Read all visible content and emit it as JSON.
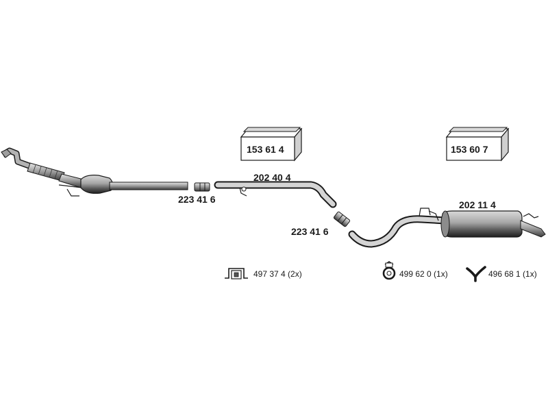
{
  "diagram": {
    "box_left": {
      "label": "153 61 4"
    },
    "box_right": {
      "label": "153 60 7"
    },
    "clamp_1": {
      "label": "223 41 6"
    },
    "clamp_2": {
      "label": "223 41 6"
    },
    "middle_pipe": {
      "label": "202 40 4"
    },
    "rear_silencer": {
      "label": "202 11 4"
    },
    "mount_bracket": {
      "label": "497 37 4 (2x)"
    },
    "rubber_ring": {
      "label": "499 62 0 (1x)"
    },
    "hanger": {
      "label": "496 68 1 (1x)"
    }
  },
  "colors": {
    "ink": "#1a1a1a",
    "metal_light": "#bfbfbf",
    "metal_mid": "#8c8c8c",
    "metal_dark": "#333333"
  }
}
